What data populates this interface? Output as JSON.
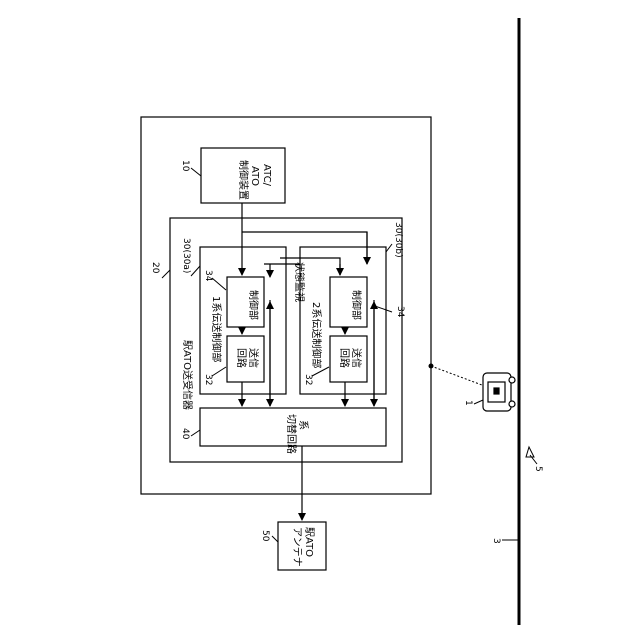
{
  "labels": {
    "ref_10": "10",
    "atc_ato_line1": "ATC/",
    "atc_ato_line2": "ATO",
    "atc_ato_line3": "制御装置",
    "ref_20": "20",
    "station_transceiver": "駅ATO送受信器",
    "ref_30a": "30(30a)",
    "ref_30b": "30(30b)",
    "system1_control": "1系伝送制御部",
    "system2_control": "2系伝送制御部",
    "status_monitor": "状態監視",
    "ref_34_top": "34",
    "ref_34_bottom": "34",
    "control_unit_1": "制御部",
    "control_unit_2": "制御部",
    "ref_32_a": "32",
    "ref_32_b": "32",
    "transmit_circuit_1": "送信回路",
    "transmit_circuit_2": "送信回路",
    "ref_40": "40",
    "switch_circuit": "系切替回路",
    "ref_50": "50",
    "antenna_line1": "駅ATO",
    "antenna_line2": "アンテナ",
    "ref_1": "1",
    "ref_3": "3",
    "ref_5": "5"
  }
}
